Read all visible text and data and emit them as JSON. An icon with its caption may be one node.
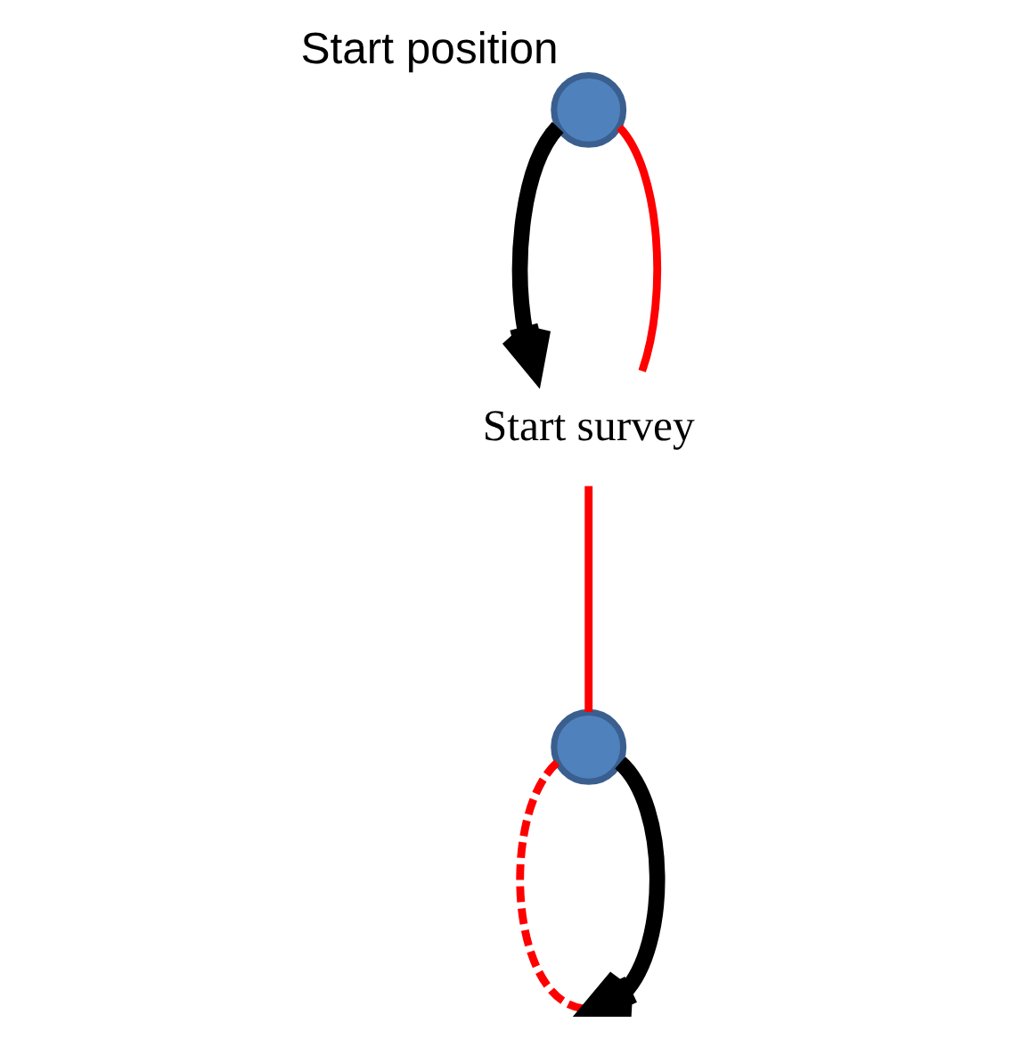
{
  "diagram": {
    "nodes": [
      {
        "text": [],
        "shape": "circle",
        "beside": [
          "Start position"
        ]
      },
      {
        "text": [
          "Start survey"
        ]
      },
      {
        "text": [],
        "shape": "circle"
      }
    ],
    "edges": [
      {
        "from": 0,
        "to": 1,
        "arrow": "to",
        "style": "thick",
        "color": "#000000"
      },
      {
        "from": 0,
        "to": 1,
        "arrow": "none"
      },
      {
        "from": 1,
        "to": 2,
        "arrow": "none"
      },
      {
        "from": 2,
        "to": null,
        "arrow": "none",
        "style": "dashed"
      },
      {
        "from": 2,
        "to": null,
        "arrow": "to",
        "style": "thick",
        "color": "#000000"
      }
    ]
  }
}
